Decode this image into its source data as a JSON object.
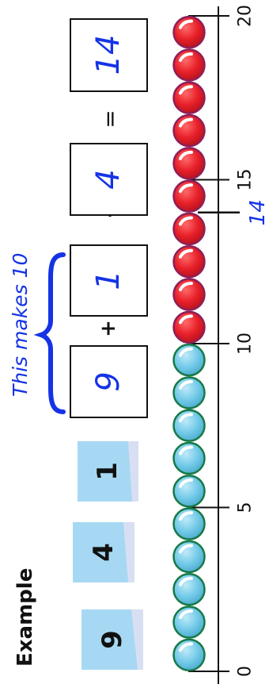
{
  "heading": "Example",
  "cards": [
    "9",
    "4",
    "1"
  ],
  "equation": {
    "terms": [
      "9",
      "1",
      "4"
    ],
    "operators": [
      "+",
      "+"
    ],
    "equals": "=",
    "result": "14"
  },
  "annotation": {
    "label": "This makes 10",
    "target_label": "14",
    "target_value": 14
  },
  "number_line": {
    "min": 0,
    "max": 20,
    "labeled_ticks": [
      "0",
      "5",
      "10",
      "15",
      "20"
    ]
  },
  "counters": {
    "blue_count": 10,
    "red_count": 10
  },
  "colors": {
    "card": "#a7d8f3",
    "blue_counter": "#74cbe9",
    "blue_counter_edge": "#177a46",
    "red_counter": "#e8202a",
    "red_counter_edge": "#8e1f5a",
    "ink": "#1533e6",
    "line": "#111111"
  }
}
